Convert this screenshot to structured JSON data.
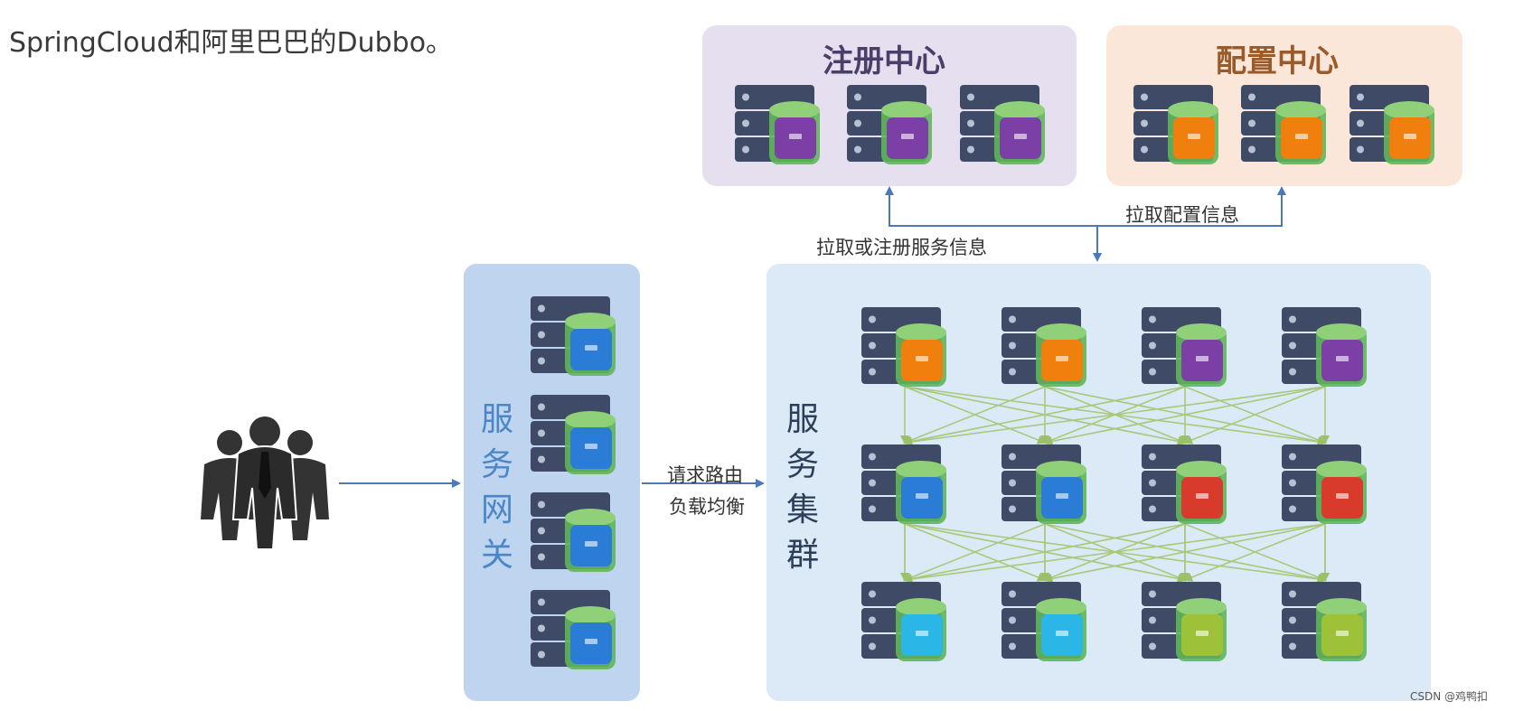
{
  "intro_text": "SpringCloud和阿里巴巴的Dubbo。",
  "registry_center": {
    "title": "注册中心"
  },
  "config_center": {
    "title": "配置中心"
  },
  "gateway": {
    "title": "服务网关"
  },
  "cluster": {
    "title": "服务集群"
  },
  "labels": {
    "pull_register": "拉取或注册服务信息",
    "pull_config": "拉取配置信息",
    "route_line1": "请求路由",
    "route_line2": "负载均衡"
  },
  "watermark": "CSDN @鸡鸭扣",
  "colors": {
    "registry_chip": "#7b3fa6",
    "config_chip": "#f07f0e",
    "gateway_chip": "#2a7cd6",
    "arrow": "#4a78b8",
    "mesh_line": "#a9c97a",
    "server_body": "#3f4a66",
    "server_glow": "#5fb65a"
  },
  "icons": [
    "users-icon",
    "server-icon"
  ],
  "cluster_rows": [
    [
      "#f07f0e",
      "#f07f0e",
      "#7b3fa6",
      "#7b3fa6"
    ],
    [
      "#2a7cd6",
      "#2a7cd6",
      "#d83a2c",
      "#d83a2c"
    ],
    [
      "#2ab6e6",
      "#2ab6e6",
      "#9dc23a",
      "#9dc23a"
    ]
  ]
}
